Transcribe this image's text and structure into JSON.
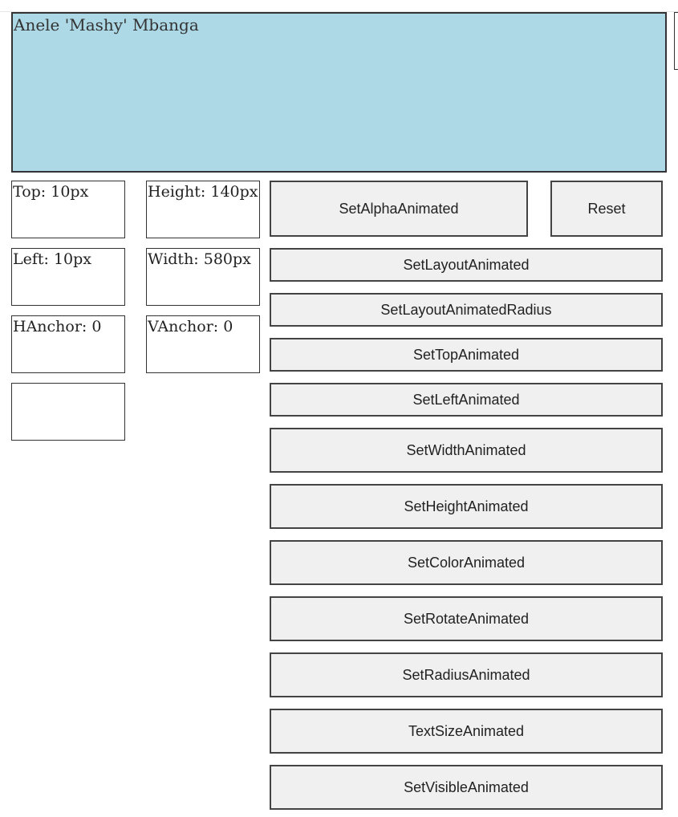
{
  "label": {
    "text": "Anele 'Mashy' Mbanga",
    "background": "#add8e6"
  },
  "info": {
    "top": "Top: 10px",
    "height": "Height: 140px",
    "left": "Left: 10px",
    "width": "Width: 580px",
    "hanchor": "HAnchor: 0",
    "vanchor": "VAnchor: 0",
    "extra": ""
  },
  "buttons": {
    "set_alpha_animated": "SetAlphaAnimated",
    "reset": "Reset",
    "set_layout_animated": "SetLayoutAnimated",
    "set_layout_animated_radius": "SetLayoutAnimatedRadius",
    "set_top_animated": "SetTopAnimated",
    "set_left_animated": "SetLeftAnimated",
    "set_width_animated": "SetWidthAnimated",
    "set_height_animated": "SetHeightAnimated",
    "set_color_animated": "SetColorAnimated",
    "set_rotate_animated": "SetRotateAnimated",
    "set_radius_animated": "SetRadiusAnimated",
    "text_size_animated": "TextSizeAnimated",
    "set_visible_animated": "SetVisibleAnimated"
  }
}
